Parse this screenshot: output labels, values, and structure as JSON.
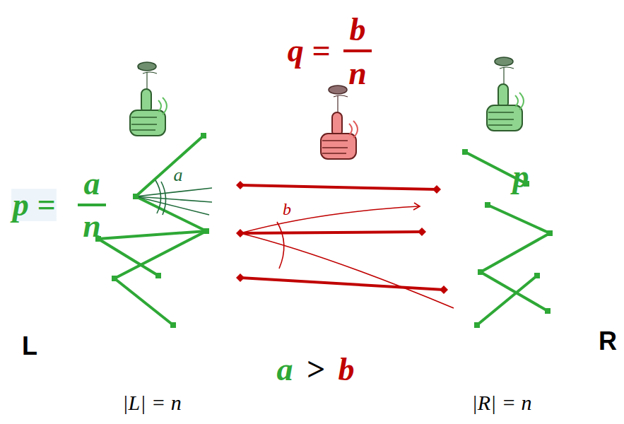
{
  "diagram": {
    "nodes": [
      {
        "text": [
          "L",
          "|L| = n"
        ]
      },
      {
        "text": [
          "R",
          "|R| = n"
        ]
      }
    ],
    "labels": [
      "q =",
      "b",
      "n",
      "p =",
      "a",
      "n",
      "a",
      "b",
      "p",
      "a",
      ">",
      "b"
    ]
  }
}
